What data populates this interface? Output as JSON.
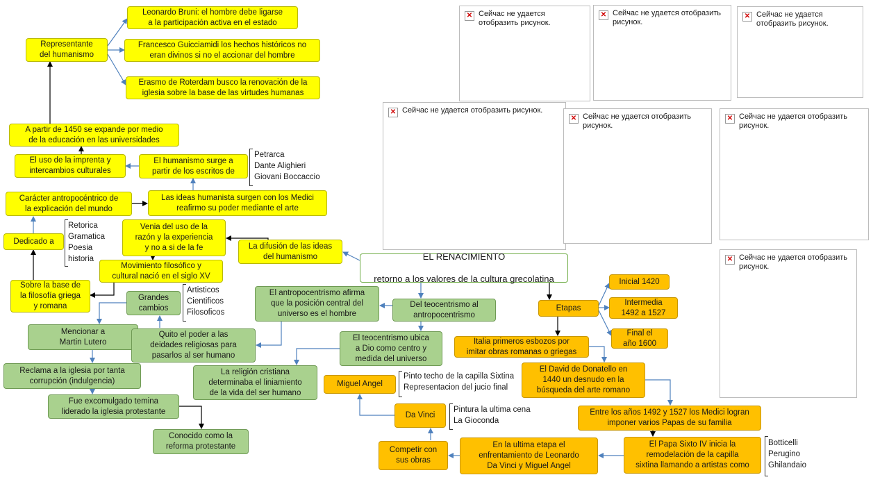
{
  "main": {
    "title": "EL RENACIMIENTO",
    "subtitle": "retorno a los valores de la cultura grecolatina"
  },
  "nodes": {
    "bruni": "Leonardo Bruni: el hombre debe ligarse\na la participación activa en el estado",
    "representante": "Representante\ndel humanismo",
    "guicciardini": "Francesco Guicciamidi los hechos históricos no\neran divinos si no el accionar del hombre",
    "erasmo": "Erasmo de Roterdam busco la renovación de la\niglesia sobre la base de las virtudes humanas",
    "expande": "A partir de 1450 se expande por medio\nde la educación en las universidades",
    "imprenta": "El uso de la imprenta y\nintercambios culturales",
    "surge": "El humanismo surge a\npartir de los escritos de",
    "antropocentrico_caracter": "Carácter antropocéntrico de\nla explicación del mundo",
    "medici_ideas": "Las ideas humanista surgen con los Medici\nreafirmo su poder mediante el arte",
    "dedicado": "Dedicado a",
    "venia": "Venia del uso de la\nrazón y la experiencia\ny no a si de la fe",
    "difusion": "La difusión de las ideas\ndel humanismo",
    "movimiento": "Movimiento filosófico y\ncultural nació en el siglo XV",
    "sobre_base": "Sobre la base de\nla filosofía griega\ny romana",
    "antropocentrismo_afirma": "El antropocentrismo afirma\nque la posición central del\nuniverso es el hombre",
    "teo_antro": "Del teocentrismo al\nantropocentrismo",
    "grandes": "Grandes\ncambios",
    "lutero": "Mencionar a\nMartin Lutero",
    "quito": "Quito el poder a las\ndeidades religiosas para\npasarlos al ser humano",
    "teocentrismo_ubica": "El teocentrismo ubica\na Dio como centro y\nmedida del universo",
    "reclama": "Reclama a la iglesia por tanta\ncorrupción (indulgencia)",
    "religion": "La religión cristiana\ndeterminaba el liniamiento\nde la vida del ser humano",
    "excomulgado": "Fue excomulgado temina\nliderado la iglesia protestante",
    "reforma": "Conocido como la\nreforma protestante",
    "etapas": "Etapas",
    "inicial": "Inicial 1420",
    "intermedia": "Intermedia\n1492 a 1527",
    "final": "Final el\naño 1600",
    "italia": "Italia primeros esbozos por\nimitar obras romanas o griegas",
    "david": "El David de Donatello en\n1440 un desnudo en la\nbúsqueda del arte romano",
    "miguel": "Miguel Angel",
    "davinci": "Da Vinci",
    "papas": "Entre los años 1492 y 1527 los Medici logran\nimponer varios Papas de su familia",
    "competir": "Competir con\nsus obras",
    "enfrentamiento": "En la ultima etapa el\nenfrentamiento de Leonardo\nDa Vinci y Miguel Angel",
    "sixto": "El Papa Sixto IV inicia la\nremodelación de la capilla\nsixtina llamando a artistas como"
  },
  "lists": {
    "escritores": [
      "Petrarca",
      "Dante Alighieri",
      "Giovani Boccaccio"
    ],
    "disciplinas": [
      "Retorica",
      "Gramatica",
      "Poesia",
      "historia"
    ],
    "cambios": [
      "Artisticos",
      "Cientificos",
      "Filosoficos"
    ],
    "miguel_obras": [
      "Pinto techo de la capilla Sixtina",
      "Representacion del jucio final"
    ],
    "davinci_obras": [
      "Pintura la ultima cena",
      "La Gioconda"
    ],
    "artistas": [
      "Botticelli",
      "Perugino",
      "Ghilandaio"
    ]
  },
  "image_placeholder": {
    "message": "Сейчас не удается отобразить рисунок.",
    "icon": "broken-image-icon"
  },
  "colors": {
    "yellow": "#ffff00",
    "green": "#a9d18e",
    "orange": "#ffc000",
    "connector_blue": "#4f81bd",
    "connector_black": "#000000"
  }
}
